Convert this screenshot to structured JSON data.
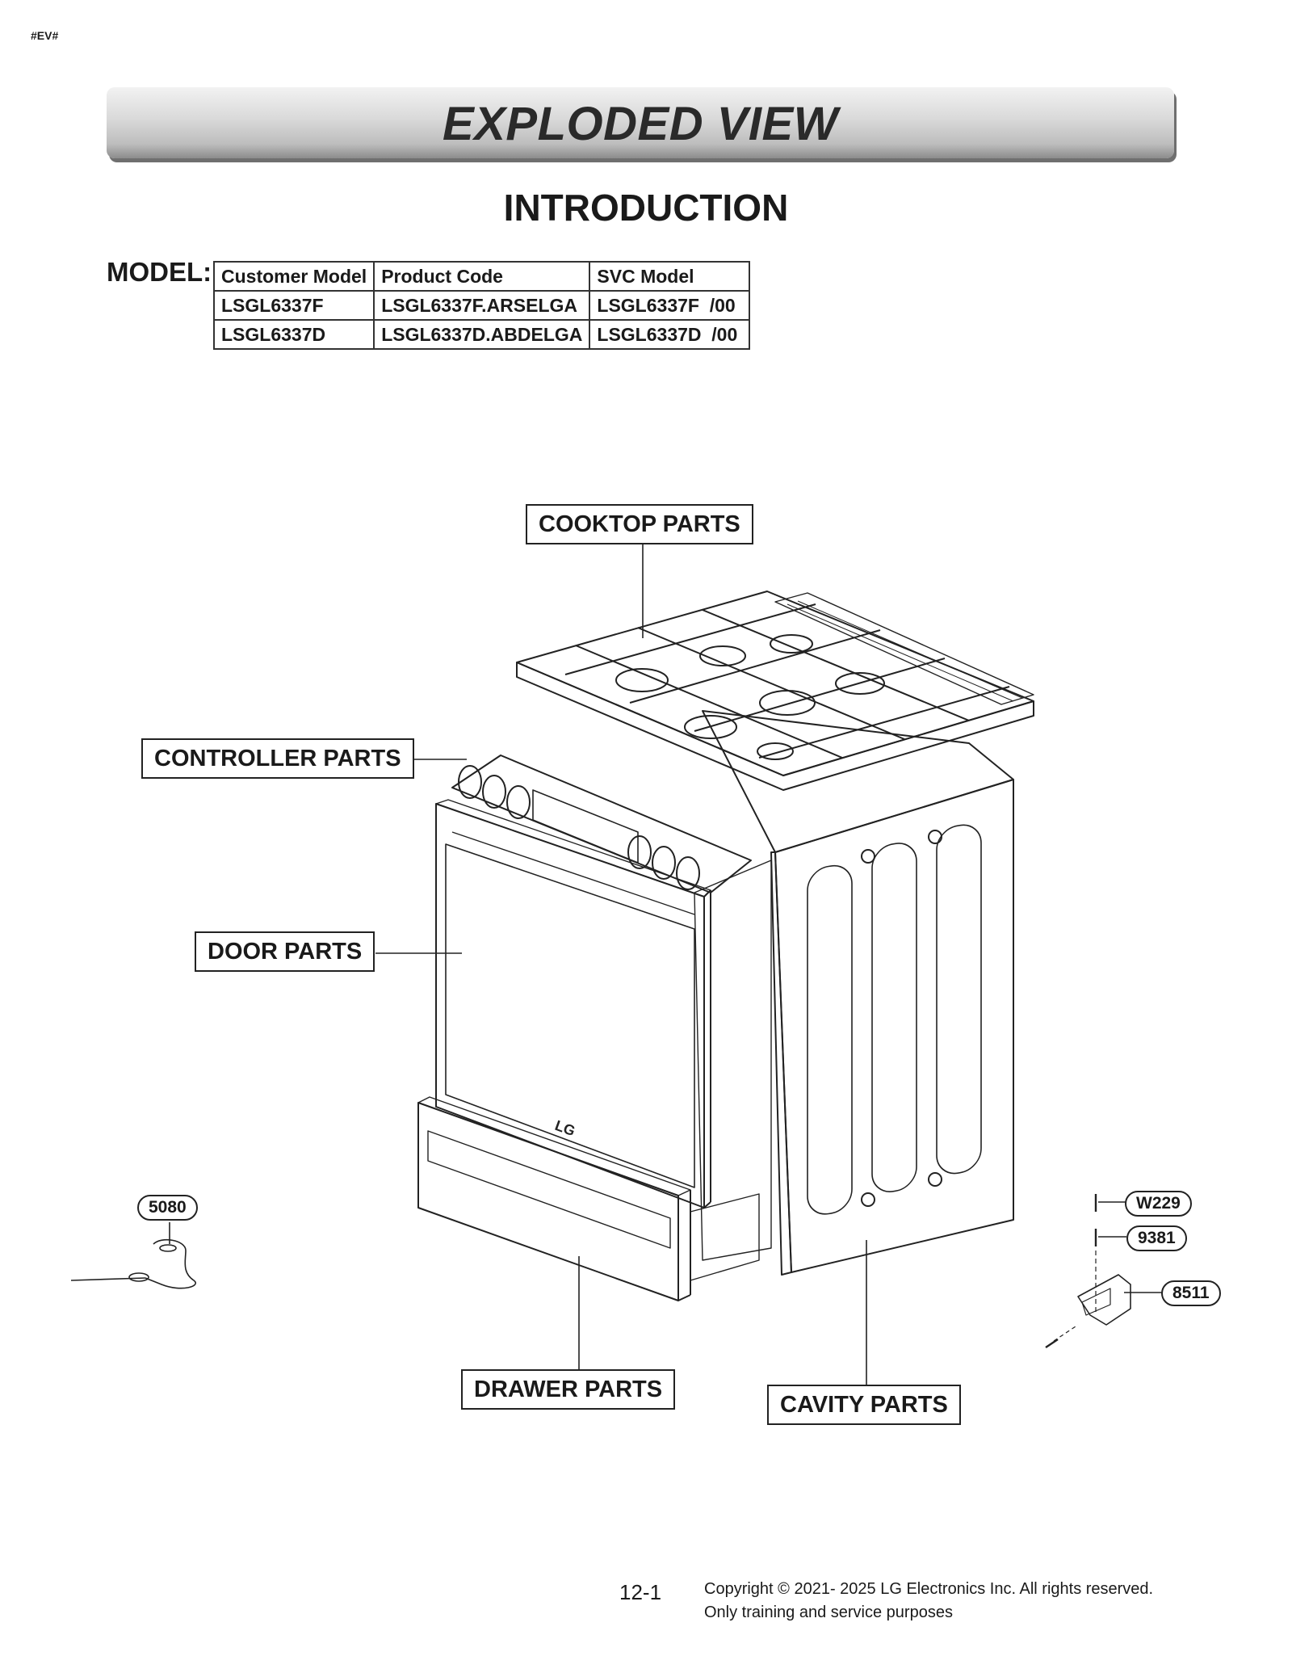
{
  "header": {
    "tag": "#EV#"
  },
  "banner": {
    "title": "EXPLODED VIEW"
  },
  "section": {
    "title": "INTRODUCTION"
  },
  "model": {
    "label": "MODEL:",
    "columns": [
      "Customer Model",
      "Product Code",
      "SVC Model"
    ],
    "rows": [
      [
        "LSGL6337F",
        "LSGL6337F.ARSELGA",
        "LSGL6337F  /00"
      ],
      [
        "LSGL6337D",
        "LSGL6337D.ABDELGA",
        "LSGL6337D  /00"
      ]
    ]
  },
  "callouts": {
    "cooktop": "COOKTOP PARTS",
    "controller": "CONTROLLER PARTS",
    "door": "DOOR PARTS",
    "drawer": "DRAWER PARTS",
    "cavity": "CAVITY PARTS"
  },
  "part_numbers": {
    "probe": "5080",
    "screw_top": "W229",
    "screw_mid": "9381",
    "bracket": "8511"
  },
  "drawing": {
    "logo_text": "LG"
  },
  "footer": {
    "page": "12-1",
    "copyright_line1": "Copyright © 2021- 2025 LG Electronics Inc. All rights reserved.",
    "copyright_line2": "Only training and service purposes"
  }
}
